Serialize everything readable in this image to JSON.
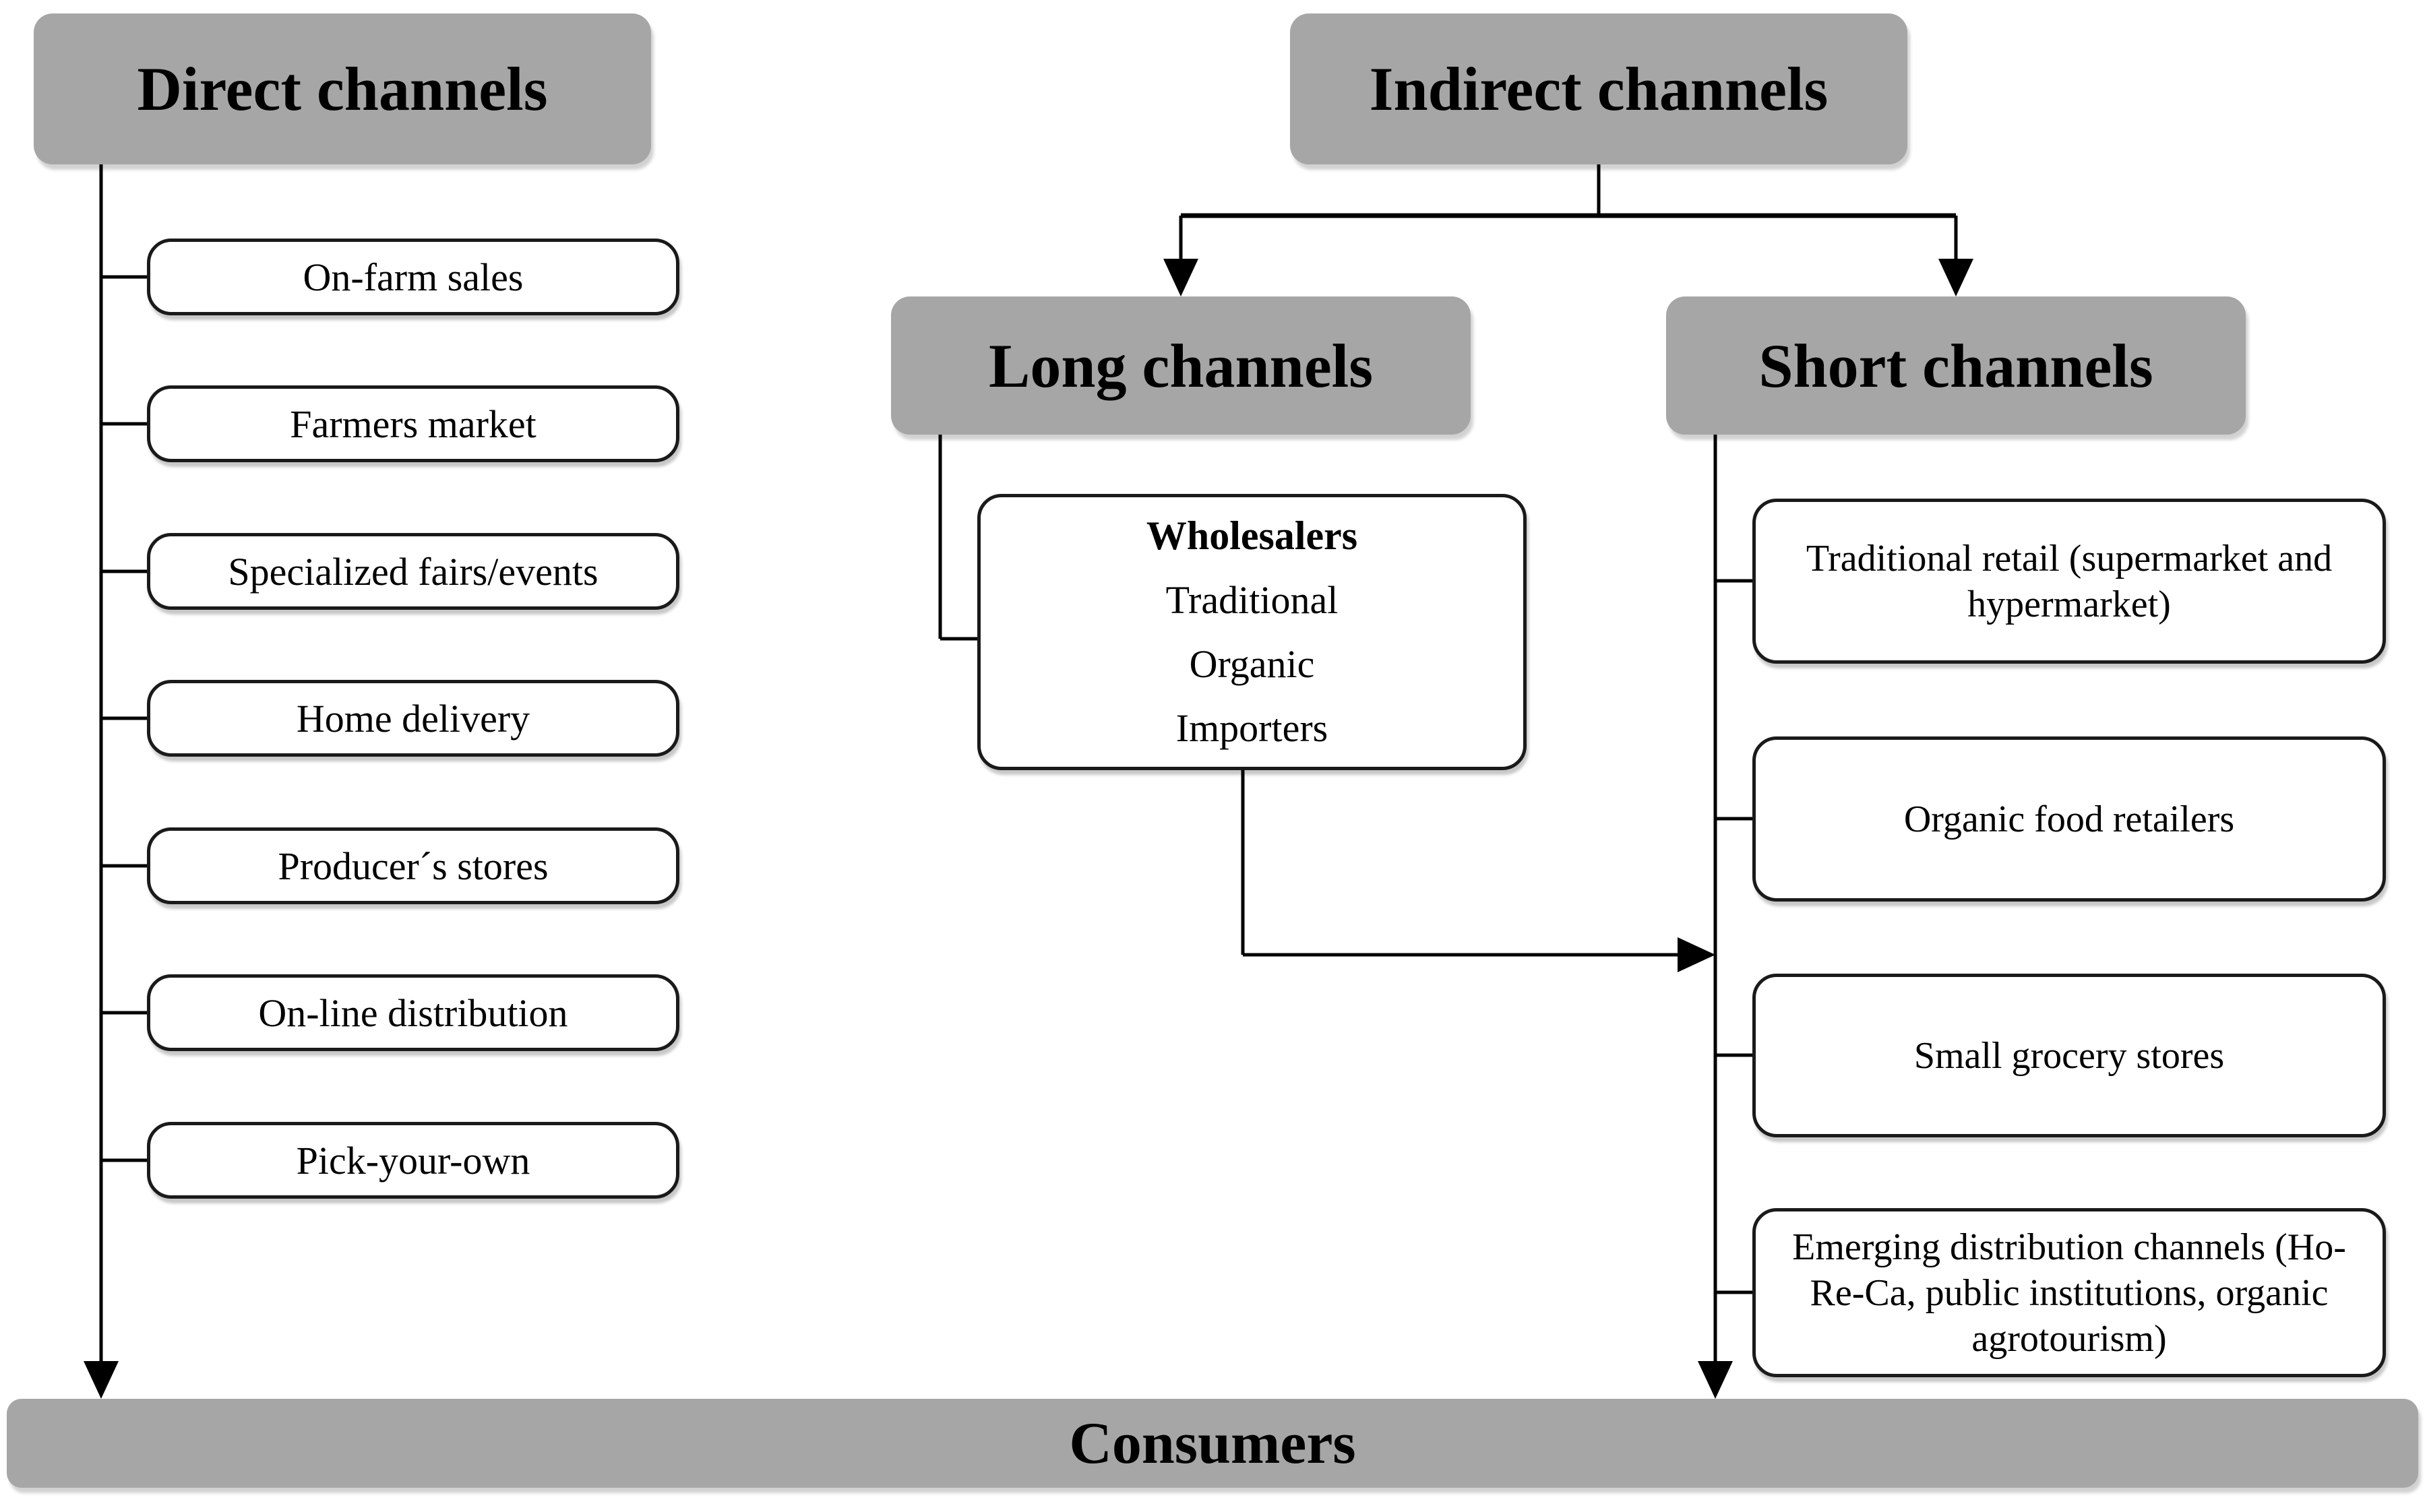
{
  "diagram": {
    "direct": {
      "title": "Direct channels",
      "items": [
        "On-farm sales",
        "Farmers market",
        "Specialized fairs/events",
        "Home delivery",
        "Producer´s stores",
        "On-line distribution",
        "Pick-your-own"
      ]
    },
    "indirect": {
      "title": "Indirect channels",
      "long": {
        "title": "Long channels",
        "wholesalers": {
          "heading": "Wholesalers",
          "lines": [
            "Traditional",
            "Organic",
            "Importers"
          ]
        }
      },
      "short": {
        "title": "Short channels",
        "items": [
          "Traditional retail (supermarket and hypermarket)",
          "Organic food retailers",
          "Small grocery stores",
          "Emerging distribution channels (Ho-Re-Ca, public institutions, organic agrotourism)"
        ]
      }
    },
    "consumers": {
      "title": "Consumers"
    },
    "colors": {
      "node_fill": "#a6a6a6",
      "box_border": "#1a1a1a",
      "line": "#000000"
    }
  }
}
